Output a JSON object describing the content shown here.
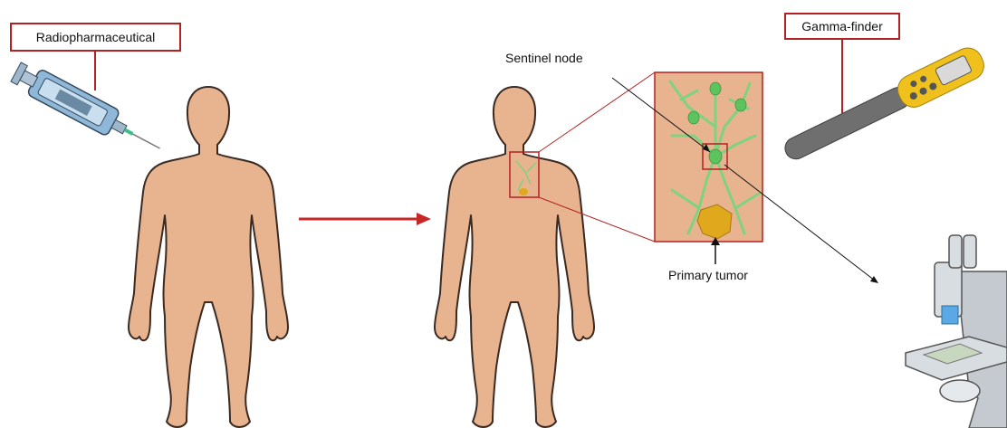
{
  "labels": {
    "radiopharmaceutical": "Radiopharmaceutical",
    "gamma_finder": "Gamma-finder",
    "sentinel_node": "Sentinel node",
    "primary_tumor": "Primary tumor"
  },
  "colors": {
    "skin": "#e8b48f",
    "skin_outline": "#3a2a22",
    "frame_red": "#b22222",
    "arrow_red": "#c62828",
    "lymph_green": "#7fd37f",
    "node_green": "#5cc45c",
    "tumor_yellow": "#e0a81c",
    "probe_yellow": "#f0c11c",
    "probe_gray": "#6f6f6f"
  },
  "icons": {
    "syringe": "syringe-icon",
    "probe": "gamma-probe-icon",
    "microscope": "microscope-icon"
  }
}
